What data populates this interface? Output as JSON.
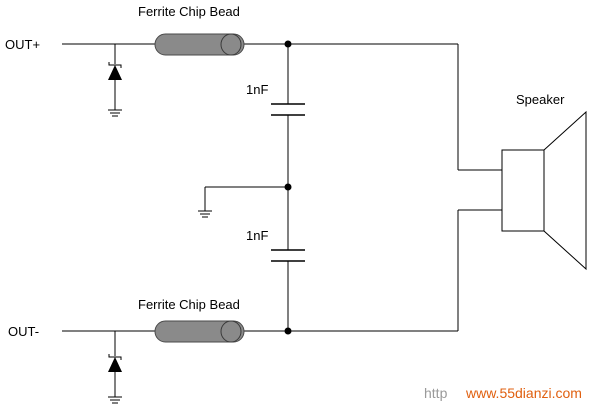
{
  "labels": {
    "out_plus": "OUT+",
    "out_minus": "OUT-",
    "bead_top": "Ferrite Chip Bead",
    "bead_bottom": "Ferrite Chip Bead",
    "cap_top": "1nF",
    "cap_bottom": "1nF",
    "speaker": "Speaker"
  },
  "watermark": {
    "prefix": "http",
    "site": "www.55dianzi.com"
  },
  "colors": {
    "wire": "#000000",
    "bead_fill": "#8a8a8a",
    "bead_stroke": "#4a4a4a",
    "diode": "#000000",
    "watermark_gray": "#9a9a9a",
    "watermark_orange": "#e06010"
  }
}
